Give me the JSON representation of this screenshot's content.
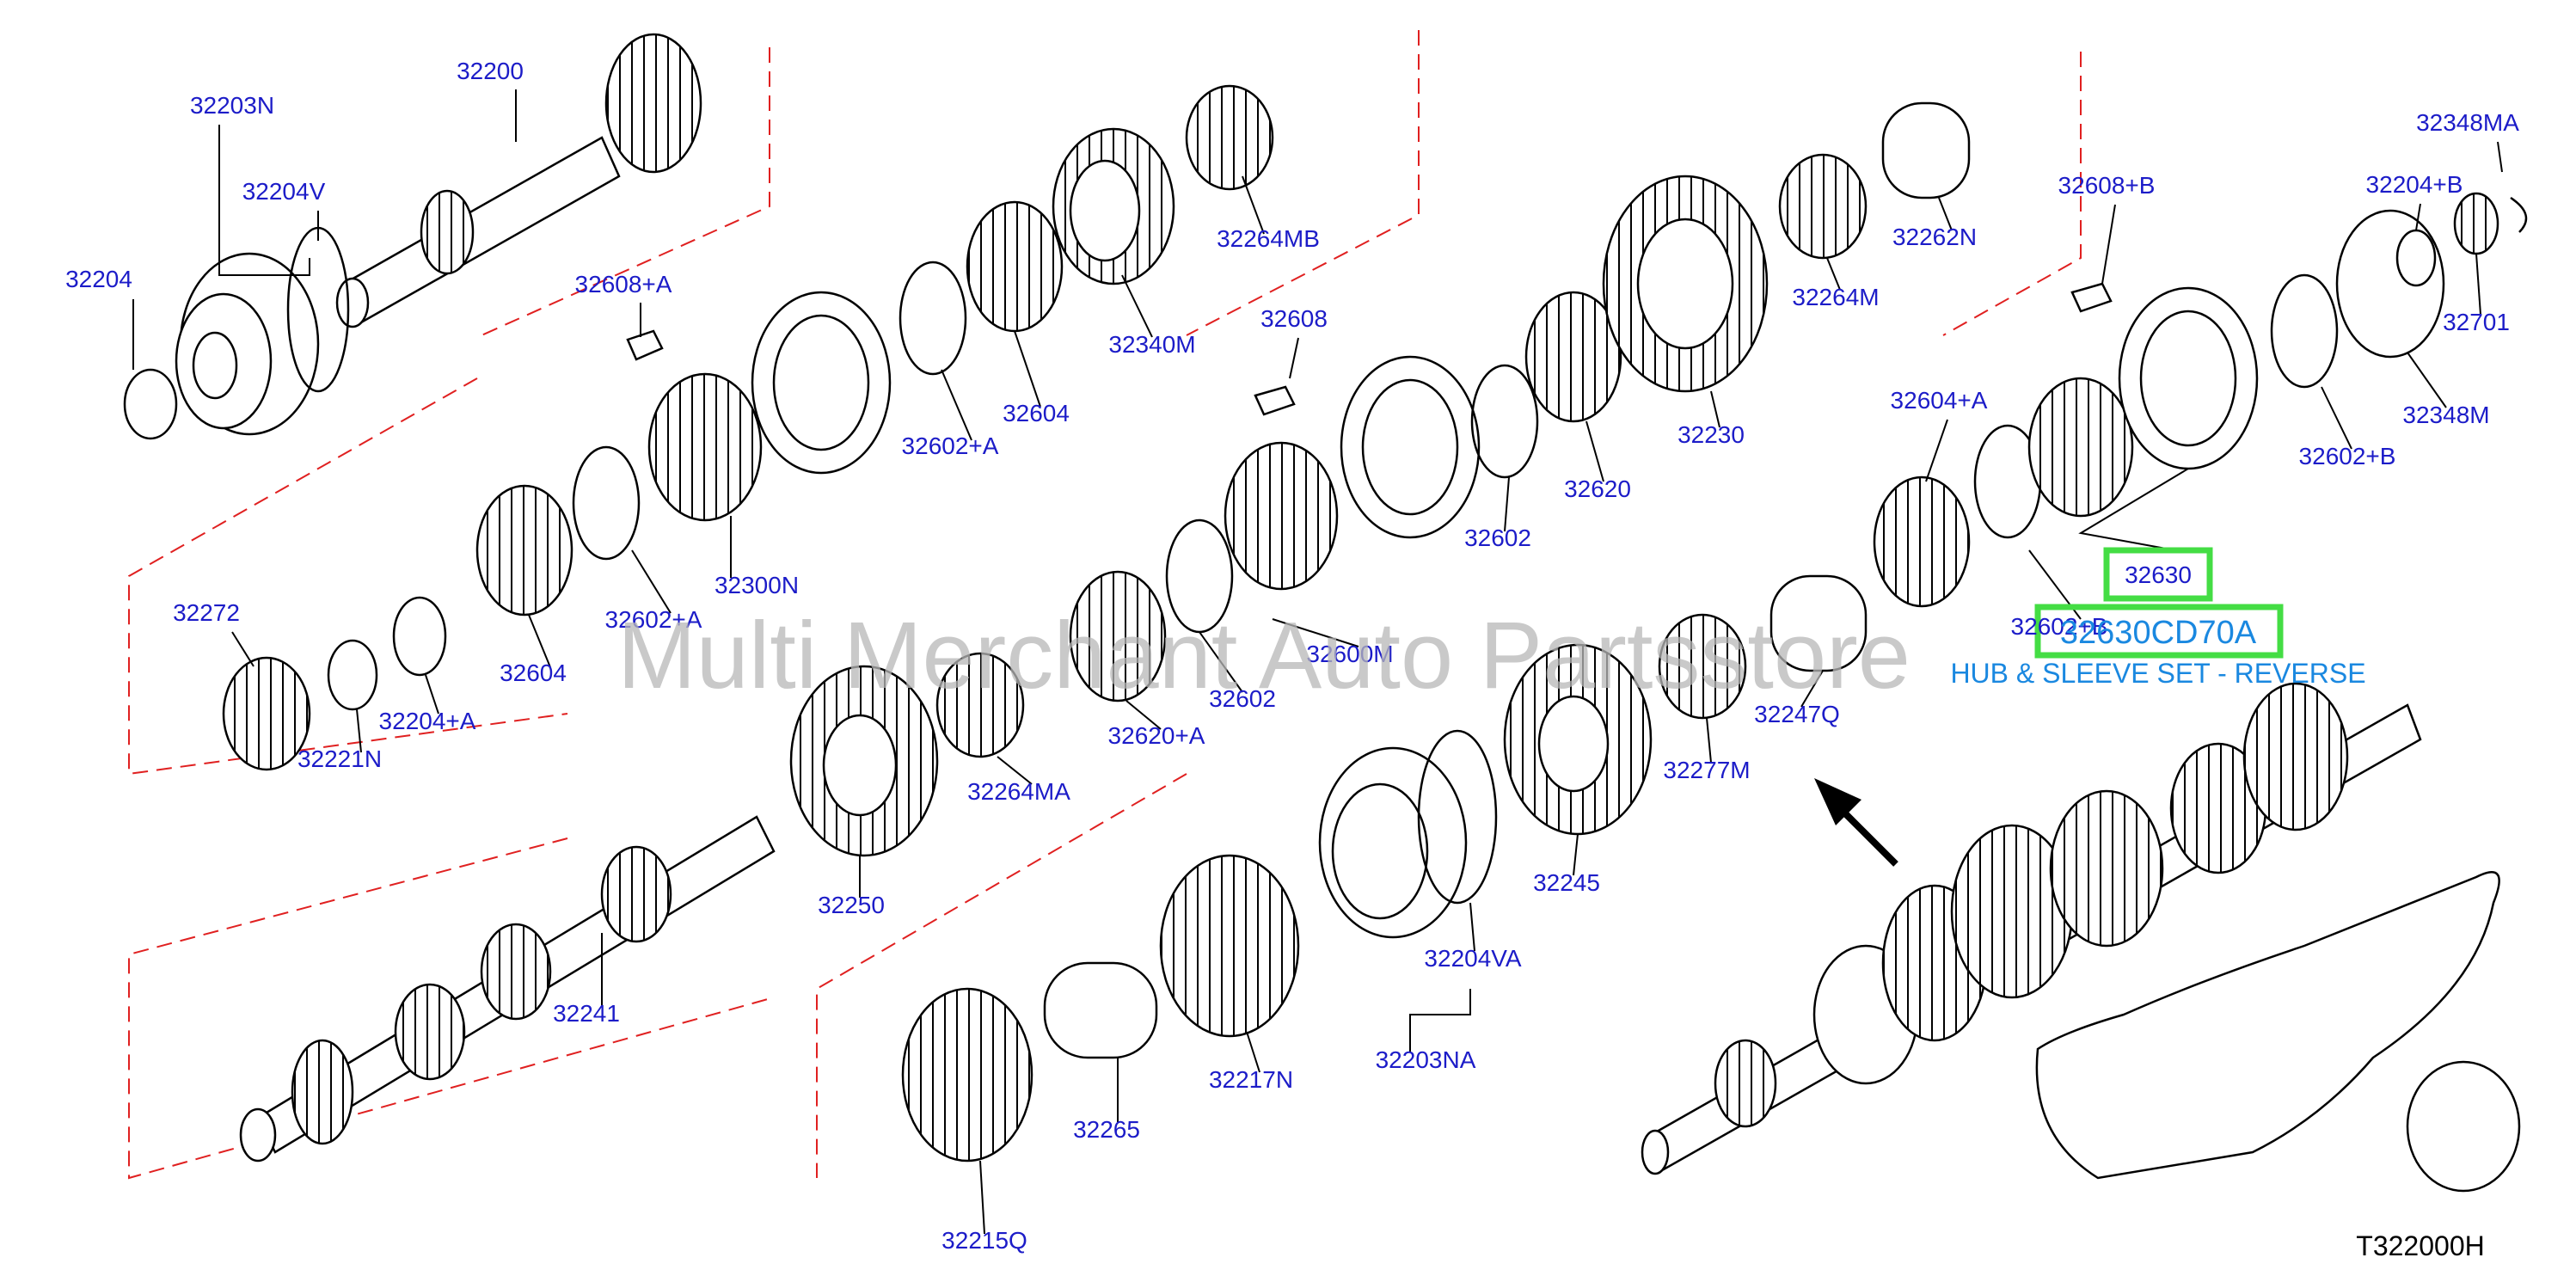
{
  "diagram": {
    "code": "T322000H",
    "watermark": "Multi Merchant Auto Partsstore",
    "selected_part": {
      "callout": "32630",
      "part_number": "32630CD70A",
      "description": "HUB & SLEEVE SET - REVERSE"
    },
    "colors": {
      "label": "#1c1cc8",
      "highlight": "#44dd44",
      "selected_text": "#1a88e0",
      "dash": "#e02020",
      "line": "#000000",
      "watermark": "#b8b8b8"
    },
    "callouts": [
      "32200",
      "32203N",
      "32204V",
      "32204",
      "32608+A",
      "32264MB",
      "32340M",
      "32604",
      "32602+A",
      "32300N",
      "32602+A",
      "32604",
      "32272",
      "32221N",
      "32204+A",
      "32608",
      "32262N",
      "32264M",
      "32230",
      "32620",
      "32602",
      "32600M",
      "32602",
      "32620+A",
      "32264MA",
      "32250",
      "32241",
      "32608+B",
      "32204+B",
      "32348MA",
      "32701",
      "32348M",
      "32604+A",
      "32602+B",
      "32630",
      "32247Q",
      "32277M",
      "32245",
      "32204VA",
      "32203NA",
      "32217N",
      "32265",
      "32215Q",
      "32602+B"
    ]
  }
}
